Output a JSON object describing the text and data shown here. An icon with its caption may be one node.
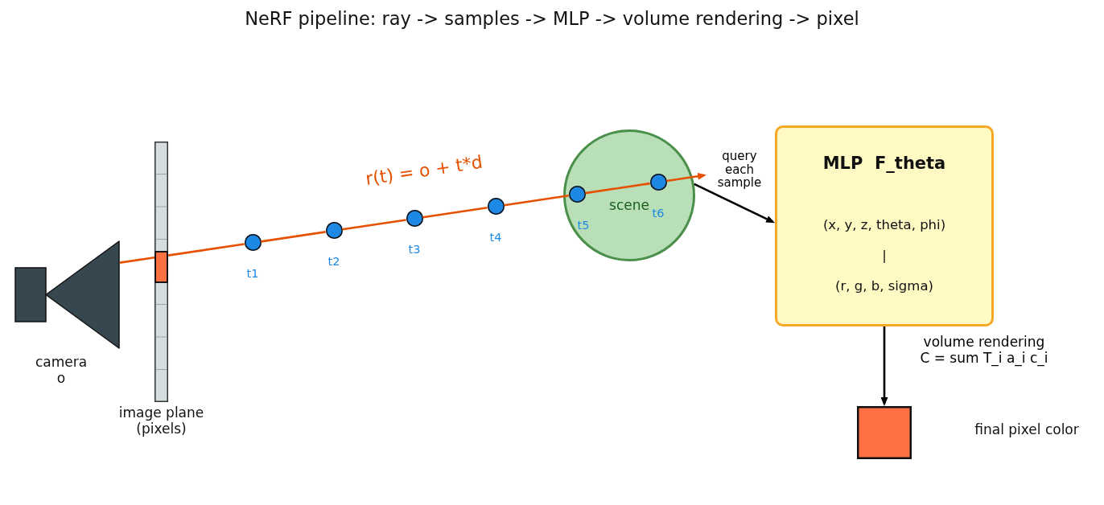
{
  "diagram": {
    "title": "NeRF pipeline: ray -> samples -> MLP -> volume rendering -> pixel",
    "nodes": [
      {
        "text": [],
        "shape": "picture",
        "beside": [
          "camera o"
        ]
      },
      {
        "text": [],
        "shape": "bar",
        "beside": [
          "image plane (pixels)"
        ]
      },
      {
        "text": [],
        "shape": "box",
        "in": 1
      },
      {
        "text": [],
        "shape": "circle",
        "beside": [
          "t1"
        ]
      },
      {
        "text": [],
        "shape": "circle",
        "beside": [
          "t2"
        ]
      },
      {
        "text": [],
        "shape": "circle",
        "beside": [
          "t3"
        ]
      },
      {
        "text": [],
        "shape": "circle",
        "beside": [
          "t4"
        ]
      },
      {
        "text": [
          "scene"
        ]
      },
      {
        "text": [],
        "shape": "circle",
        "beside": [
          "t5"
        ],
        "in": 7
      },
      {
        "text": [],
        "shape": "circle",
        "beside": [
          "t6"
        ],
        "in": 7
      },
      {
        "text": [
          "MLP  F_theta",
          "(x, y, z, theta, phi)",
          "|",
          "(r, g, b, sigma)"
        ]
      },
      {
        "text": [],
        "shape": "box"
      }
    ],
    "edges": [
      {
        "from": 0,
        "to": 2,
        "arrow": "none",
        "color": "#e65100"
      },
      {
        "from": 2,
        "to": 3,
        "arrow": "none",
        "color": "#e65100"
      },
      {
        "from": 3,
        "to": 4,
        "arrow": "none",
        "color": "#e65100"
      },
      {
        "from": 4,
        "to": 5,
        "arrow": "none",
        "color": "#e65100"
      },
      {
        "from": 5,
        "to": 6,
        "arrow": "none",
        "label": "r(t) = o + t*d",
        "color": "#e65100"
      },
      {
        "from": 6,
        "to": 8,
        "arrow": "none",
        "color": "#e65100"
      },
      {
        "from": 8,
        "to": 9,
        "arrow": "none",
        "color": "#e65100"
      },
      {
        "from": 9,
        "to": null,
        "arrow": "to",
        "color": "#e65100"
      },
      {
        "from": 7,
        "to": 10,
        "arrow": "to",
        "label": "query each sample",
        "color": "#000000"
      },
      {
        "from": 10,
        "to": 11,
        "arrow": "to",
        "label": "volume rendering C = sum T_i a_i c_i",
        "color": "#000000"
      }
    ],
    "labels": [
      "final pixel color"
    ]
  }
}
